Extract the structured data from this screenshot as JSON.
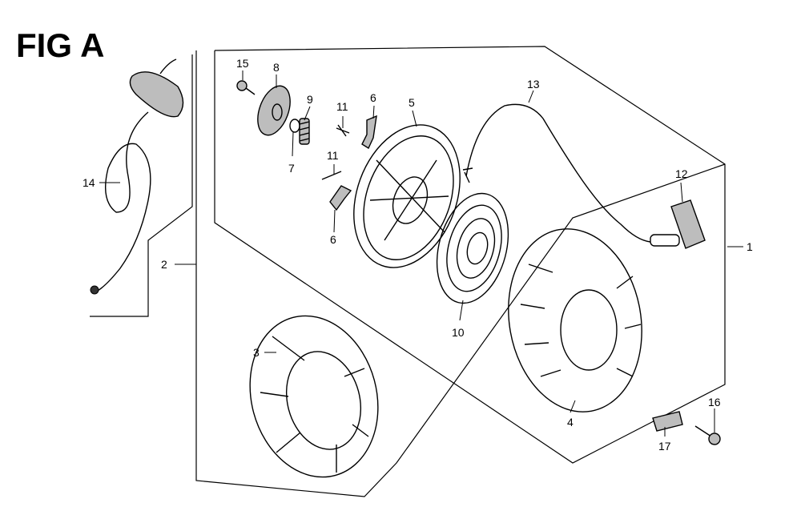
{
  "figure": {
    "title": "FIG A"
  },
  "callouts": {
    "c1": "1",
    "c2": "2",
    "c3": "3",
    "c4": "4",
    "c5": "5",
    "c6a": "6",
    "c6b": "6",
    "c7": "7",
    "c8": "8",
    "c9": "9",
    "c10": "10",
    "c11a": "11",
    "c11b": "11",
    "c12": "12",
    "c13": "13",
    "c14": "14",
    "c15": "15",
    "c16": "16",
    "c17": "17"
  },
  "colors": {
    "line": "#000000",
    "fill": "#bdbdbd",
    "background": "#ffffff"
  }
}
